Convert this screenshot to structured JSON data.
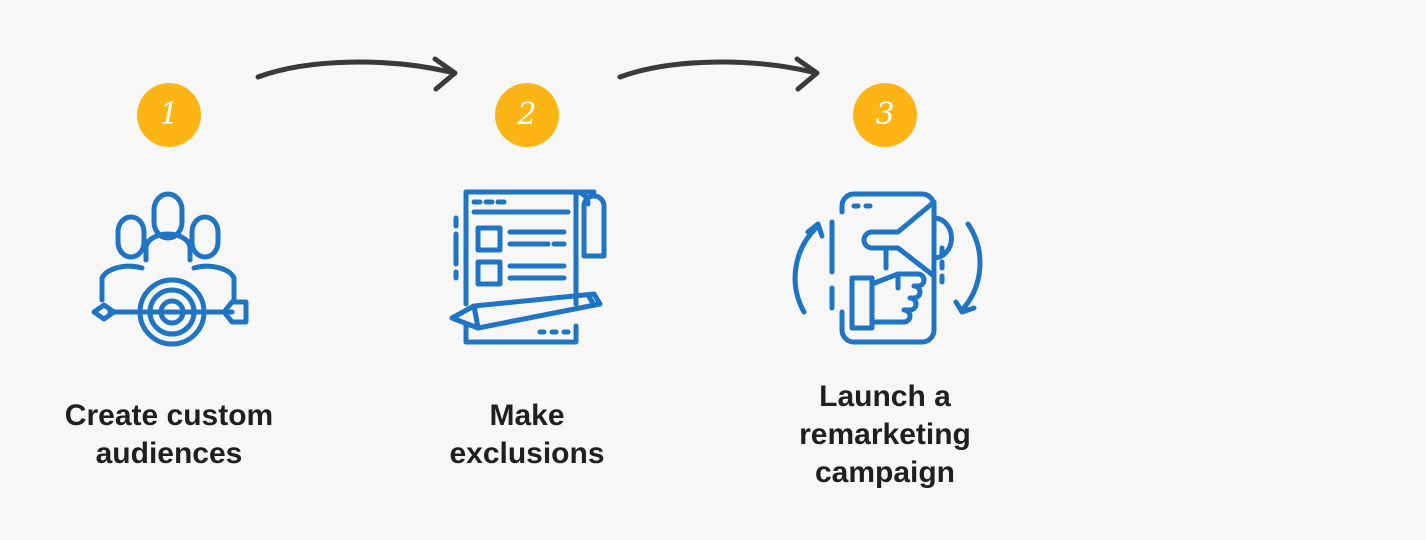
{
  "colors": {
    "background": "#f7f7f7",
    "badge": "#fdb515",
    "icon_stroke": "#1f74c4",
    "arrow": "#3a3a3a",
    "text": "#1f1f1f"
  },
  "steps": [
    {
      "number": "1",
      "label": "Create custom\naudiences",
      "icon": "audience-target-icon"
    },
    {
      "number": "2",
      "label": "Make\nexclusions",
      "icon": "document-pencil-icon"
    },
    {
      "number": "3",
      "label": "Launch a\nremarketing\ncampaign",
      "icon": "megaphone-hand-icon"
    }
  ]
}
